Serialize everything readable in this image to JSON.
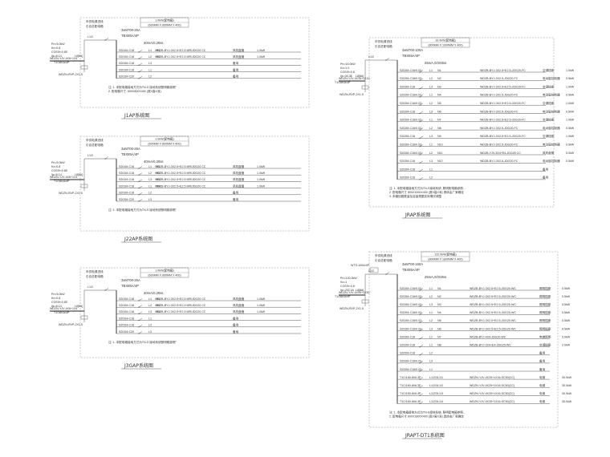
{
  "panels": [
    {
      "id": "p1",
      "title": "J1AP系统图",
      "box_line1": "1.0kW(配电箱)",
      "box_line2": "(600MM X 800MM X 400)",
      "label_top": "市供电源进线",
      "label_tag": "引自总配电箱",
      "bus_label": "L1/2",
      "main_brk": "3xM700-25A",
      "bus_spec": "TBX85A/4P",
      "out_spec": "40mA/0.20ss",
      "params": [
        "Pn=5.0kW",
        "Kx=0.8",
        "COSΦ=0.85",
        "Ijs=8.14"
      ],
      "incoming": "WDZN-YJV-4X6+1X4",
      "spd": "T1/16KA/4P",
      "spd_tag": "L8[8#]",
      "spd_cable": "WDZN-RVP-2X1.5",
      "circuits": [
        {
          "brk": "S201M-C16",
          "ph": "L1",
          "no": "N1",
          "cable": "WDZB-BYJ-3X2.5+E2.5 MR/JDG20 CC",
          "use": "风机盘管",
          "kw": "1.0kW"
        },
        {
          "brk": "S201M-C16",
          "ph": "L2",
          "no": "N2",
          "cable": "WDZB-BYJ-3X2.5+E2.5 MR/JDG20 CC",
          "use": "风机盘管",
          "kw": "1.0kW"
        },
        {
          "brk": "S201M-C16",
          "ph": "L3",
          "no": "",
          "cable": "",
          "use": "备用",
          "kw": ""
        },
        {
          "brk": "S201M-C16",
          "ph": "L1",
          "no": "",
          "cable": "",
          "use": "备用",
          "kw": ""
        },
        {
          "brk": "S201M-C20",
          "ph": "L2",
          "no": "",
          "cable": "",
          "use": "备用",
          "kw": ""
        }
      ],
      "notes": [
        "注: 1. 本配电箱接地方式为TN-S 接地系统照明箱参照\"",
        "2. 配电箱尺寸: 600X800X400 (宽X高X深)"
      ]
    },
    {
      "id": "p2",
      "title": "J22AP系统图",
      "box_line1": "1.0kW(配电箱)",
      "box_line2": "(600MM X 800MM X 400)",
      "label_top": "市供电源进线",
      "label_tag": "引自总配电箱",
      "bus_label": "L1/2",
      "main_brk": "3xM700-25A",
      "bus_spec": "TBX85A/4P",
      "out_spec": "40mA/0.20ss",
      "params": [
        "Pn=5.0kW",
        "Kx=0.8",
        "COSΦ=0.85",
        "Ijs=8.14"
      ],
      "incoming": "WDZN-YJV-4X6+1X4",
      "spd": "T1/16KA/4P",
      "spd_tag": "L8[8#]",
      "spd_cable": "WDZN-RVP-2X1.5",
      "circuits": [
        {
          "brk": "S201M-C16",
          "ph": "L1",
          "no": "N1",
          "cable": "WDZB-BYJ-3X2.5+E2.5 MR/JDG20 CC",
          "use": "风机盘管",
          "kw": "1.0kW"
        },
        {
          "brk": "S201M-C16",
          "ph": "L2",
          "no": "N2",
          "cable": "WDZB-BYJ-3X2.5+E2.5 MR/JDG20 CC",
          "use": "风机盘管",
          "kw": "1.0kW"
        },
        {
          "brk": "S201M-C16",
          "ph": "L3",
          "no": "N3",
          "cable": "WDZB-BYJ-3X2.5+E2.5 MR/JDG20 CC",
          "use": "风机盘管",
          "kw": "1.0kW"
        },
        {
          "brk": "S201M-C16",
          "ph": "L1",
          "no": "N4",
          "cable": "WDZB-BYJ-3X2.5+E2.5 MR/JDG20 CC",
          "use": "风机盘管",
          "kw": "1.0kW"
        },
        {
          "brk": "S201M-C16",
          "ph": "L2",
          "no": "",
          "cable": "",
          "use": "备用",
          "kw": ""
        },
        {
          "brk": "S201M-C20",
          "ph": "L3",
          "no": "",
          "cable": "",
          "use": "备用",
          "kw": ""
        }
      ],
      "notes": [
        "注: 1. 本配电箱接地方式为TN-S 接地系统照明箱参照\""
      ]
    },
    {
      "id": "p3",
      "title": "J3GAP系统图",
      "box_line1": "1.0kW(配电箱)",
      "box_line2": "(600MM X 800MM X 400)",
      "label_top": "市供电源进线",
      "label_tag": "引自总配电箱",
      "bus_label": "L1/2",
      "main_brk": "3xM700-25A",
      "bus_spec": "TBX85A/4P",
      "out_spec": "40mA/0.20ss",
      "params": [
        "Pn=5.0kW",
        "Kx=0.8",
        "COSΦ=0.85",
        "Ijs=8.14"
      ],
      "incoming": "WDZN-YJV-4X6+1X4",
      "spd": "T1/16KA/4P",
      "spd_tag": "L8[8#]",
      "spd_cable": "WDZN-RVP-2X1.5",
      "circuits": [
        {
          "brk": "S201M-C16",
          "ph": "L1",
          "no": "N1",
          "cable": "WDZB-BYJ-3X2.5+E2.5 MR/JDG20 CC",
          "use": "风机盘管",
          "kw": "1.0kW"
        },
        {
          "brk": "S201M-C16",
          "ph": "L2",
          "no": "N2",
          "cable": "WDZB-BYJ-3X2.5+E2.5 MR/JDG20 CC",
          "use": "风机盘管",
          "kw": "1.0kW"
        },
        {
          "brk": "S201M-C16",
          "ph": "L3",
          "no": "N3",
          "cable": "WDZB-BYJ-3X2.5+E2.5 MR/JDG20 CC",
          "use": "风机盘管",
          "kw": "1.0kW"
        },
        {
          "brk": "S201M-C16",
          "ph": "L1",
          "no": "",
          "cable": "",
          "use": "备用",
          "kw": ""
        },
        {
          "brk": "S201M-C16",
          "ph": "L2",
          "no": "",
          "cable": "",
          "use": "备用",
          "kw": ""
        },
        {
          "brk": "S201M-C20",
          "ph": "L3",
          "no": "",
          "cable": "",
          "use": "备用",
          "kw": ""
        }
      ],
      "notes": [
        "注: 1. 本配电箱接地方式为TN-S 接地系统照明箱参照\""
      ]
    },
    {
      "id": "p4",
      "title": "JRAP系统图",
      "box_line1": "10.0kW(配电箱)",
      "box_line2": "(800MM X 1000MM X 400)",
      "label_top": "市供电源进线",
      "label_tag": "引自总配电箱",
      "bus_label": "L1/2",
      "main_brk": "3xM700-100A",
      "bus_spec": "TBX85A/4P",
      "out_spec": "25mA,0/2S0ss",
      "params": [
        "Pn=16.0kW",
        "Kx=1.0",
        "COSΦ=0.8",
        "Ijs=30.38"
      ],
      "incoming": "WDZN-YJV-4X16+1X10",
      "spd": "T1/16KA/4P",
      "spd_tag": "L8[8#]",
      "spd_cable": "WDZN-RVP-2X1.5",
      "circuits": [
        {
          "brk": "S202M-C16/0.03",
          "ph": "L1",
          "no": "N1",
          "cable": "WDZB-BYJ-3X2.5+E2.5-JDG20-FC",
          "use": "空调插座",
          "kw": "1.0kW"
        },
        {
          "brk": "S202M-C16/0.03",
          "ph": "L2",
          "no": "N2",
          "cable": "WDZB-BYJ-3X2.5-JDG20-FC",
          "use": "电动窗控制器",
          "kw": "0.5kW"
        },
        {
          "brk": "S202M-C16",
          "ph": "L3",
          "no": "N3",
          "cable": "WDZB-BYJ-3X2.5+E2.5-JDG20-FC",
          "use": "空调插座",
          "kw": "1.0kW"
        },
        {
          "brk": "S202M-C16/0.03",
          "ph": "L1",
          "no": "N4",
          "cable": "WDZB-BYJ-3X2.5-JDG20-FC",
          "use": "电动窗控制器",
          "kw": "0.5kW"
        },
        {
          "brk": "S202M-C16/0.03",
          "ph": "L2",
          "no": "N5",
          "cable": "WDZB-BYJ-3X2.5+E2.5-JDG20-FC",
          "use": "空调插座",
          "kw": "1.0kW"
        },
        {
          "brk": "S202M-C16",
          "ph": "L3",
          "no": "N6",
          "cable": "WDZB-BYJ-3X2.5-JDG20-FC",
          "use": "电动窗控制器",
          "kw": "0.5kW"
        },
        {
          "brk": "S202M-C16/0.03",
          "ph": "L1",
          "no": "N7",
          "cable": "WDZB-BYJ-3X2.5+E2.5-JDG20-FC",
          "use": "空调插座",
          "kw": "1.0kW"
        },
        {
          "brk": "S202M-C16/0.03",
          "ph": "L2",
          "no": "N8",
          "cable": "WDZB-BYJ-3X2.5-JDG20-FC",
          "use": "电动窗控制器",
          "kw": "0.5kW"
        },
        {
          "brk": "S202M-C16",
          "ph": "L3",
          "no": "N9",
          "cable": "WDZB-BYJ-3X2.5+E2.5-JDG20-FC",
          "use": "空调插座",
          "kw": "1.0kW"
        },
        {
          "brk": "S202M-C16/0.03",
          "ph": "L1",
          "no": "N10",
          "cable": "WDZB-BYJ-3X2.5-JDG20-FC",
          "use": "电动窗控制器",
          "kw": "0.5kW"
        },
        {
          "brk": "S202M-C16/0.03",
          "ph": "L2",
          "no": "N11",
          "cable": "WDZB-YJV-3X4+E4-JDG25 CC",
          "use": "风机盘管",
          "kw": "5.0kW"
        },
        {
          "brk": "S202M-C16",
          "ph": "L3",
          "no": "N12",
          "cable": "WDZB-BYJ-3X2.5-JDG20-FC",
          "use": "电动窗控制器",
          "kw": "0.5kW"
        },
        {
          "brk": "S202M-C16",
          "ph": "L1",
          "no": "",
          "cable": "",
          "use": "备用",
          "kw": ""
        },
        {
          "brk": "S202M-C16",
          "ph": "L2",
          "no": "",
          "cable": "",
          "use": "备用",
          "kw": ""
        }
      ],
      "notes": [
        "注: 1. 本配电箱接地方式为TN-S接地系统, 照明配电箱参照...",
        "2. 配电箱尺寸 800X1000X400 (宽X高X深) 具体由厂家确定",
        "3. 本箱回路数量及容量根据实际情况调整"
      ]
    },
    {
      "id": "p5",
      "title": "JRAPT-DT1系统图",
      "box_line1": "122.0kW(配电箱)",
      "box_line2": "(800MM X 1800MM X 400)",
      "label_top": "市供电源进线",
      "label_tag": "引自总配电箱",
      "bus_label": "L1/2",
      "main_brk": "3xM700-160A",
      "bus_spec": "TBX85A/4P",
      "out_spec": "25mA,0/2S0ss",
      "params": [
        "Pn=120.0kW",
        "Kx=1",
        "COSΦ=0.8",
        "Ijs=202.18"
      ],
      "incoming": "WDZN-YJV-4X95+1X50",
      "spd": "T1/16KA/4P",
      "spd_tag": "L8[8#]",
      "spd_cable": "WDZN-RVP-2X1.5",
      "atse": "WTS-100A/4P",
      "circuits": [
        {
          "brk": "S202M-C16/0.03",
          "ph": "L1",
          "no": "N1",
          "cable": "WDZB-BYJ-3X2.5+E2.5-JDG20-WC",
          "use": "照明插座",
          "kw": "0.5kW"
        },
        {
          "brk": "S202M-C16/0.03",
          "ph": "L2",
          "no": "N2",
          "cable": "WDZB-BYJ-3X2.5+E2.5-JDG20-WC",
          "use": "照明插座",
          "kw": "0.5kW"
        },
        {
          "brk": "S202M-C16/0.03",
          "ph": "L3",
          "no": "N3",
          "cable": "WDZB-BYJ-3X2.5+E2.5-JDG20-WC",
          "use": "照明插座",
          "kw": "0.5kW"
        },
        {
          "brk": "S202M-C16/0.03",
          "ph": "L1",
          "no": "N4",
          "cable": "WDZB-BYJ-3X2.5+E2.5-JDG20-WC",
          "use": "照明插座",
          "kw": "0.5kW"
        },
        {
          "brk": "S202M-C16/0.03",
          "ph": "L2",
          "no": "N5",
          "cable": "WDZB-BYJ-3X2.5+E2.5-JDG20-WC",
          "use": "照明插座",
          "kw": "0.5kW"
        },
        {
          "brk": "S202M-C16/0.03",
          "ph": "L3",
          "no": "N6",
          "cable": "WDZB-BYJ-3X2.5+E2.5-JDG20-WC",
          "use": "照明插座",
          "kw": "0.5kW"
        },
        {
          "brk": "S202M-C16",
          "ph": "L1",
          "no": "N7",
          "cable": "WDZB-BYJ-4X4-JDG20-WC",
          "use": "电梯照明",
          "kw": "5.0kW"
        },
        {
          "brk": "S202M-C16",
          "ph": "L1",
          "no": "N8",
          "cable": "WDZB-BYJ-3X4+E4-JDG25-WC",
          "use": "空调插座",
          "kw": "2.0kW"
        },
        {
          "brk": "S202M-C16",
          "ph": "L2",
          "no": "",
          "cable": "",
          "use": "备用",
          "kw": ""
        },
        {
          "brk": "S202M-C16/0.03",
          "ph": "L3",
          "no": "",
          "cable": "",
          "use": "备用",
          "kw": ""
        },
        {
          "brk": "S202M-C16/0.03",
          "ph": "L1",
          "no": "",
          "cable": "",
          "use": "备用",
          "kw": ""
        },
        {
          "brk": "T1C/160-80A 3P",
          "ph": "L1/2/3",
          "no": "L1/1",
          "cable": "WDZN-YJV-4X25+1X16-SC50(CC)",
          "use": "电梯",
          "kw": "30.0kW"
        },
        {
          "brk": "T1C/160-80A 3P",
          "ph": "L1/2/3",
          "no": "L1/2",
          "cable": "WDZN-YJV-4X25+1X16-SC50(CC)",
          "use": "电梯",
          "kw": "30.0kW"
        },
        {
          "brk": "T1C/160-80A 3P",
          "ph": "L1/2/3",
          "no": "L1/3",
          "cable": "WDZN-YJV-4X25+1X16-SC50(CC)",
          "use": "电梯",
          "kw": "30.0kW"
        },
        {
          "brk": "T1C/160-80A 3P",
          "ph": "L1/2/3",
          "no": "L1/4",
          "cable": "WDZN-YJV-4X25+1X16-SC50(CC)",
          "use": "电梯",
          "kw": "30.0kW"
        }
      ],
      "notes": [
        "注: 1. 本配电箱接地方式为TN-S接地系统, 照明配电箱参照...",
        "2. 配电箱尺寸 800X1800X400 (宽X高X深) 具体由厂家确定"
      ]
    }
  ]
}
